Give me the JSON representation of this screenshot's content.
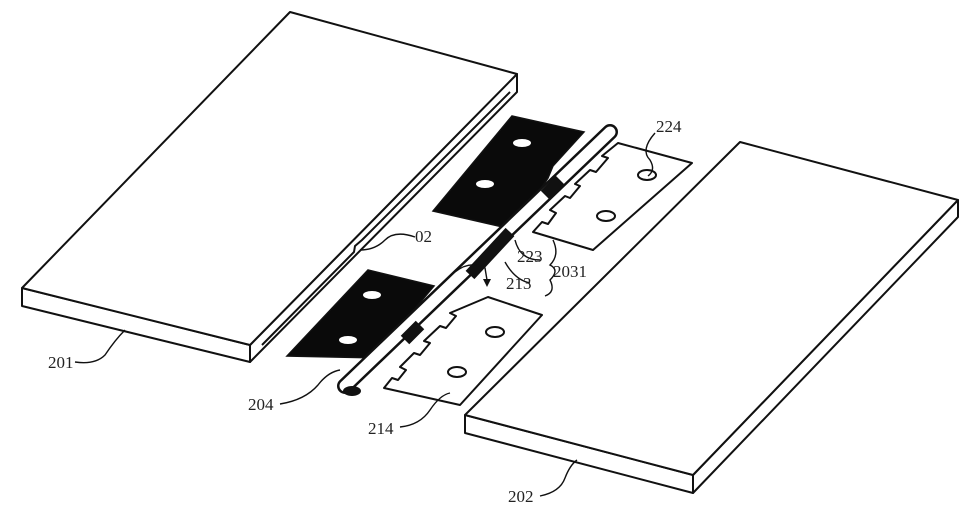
{
  "figure": {
    "labels": {
      "panel_left": "201",
      "panel_right": "202",
      "groove": "02",
      "plate": "204",
      "leaf_lower": "214",
      "leaf_upper": "224",
      "part_223": "223",
      "part_213": "213",
      "assembly": "2031"
    }
  }
}
